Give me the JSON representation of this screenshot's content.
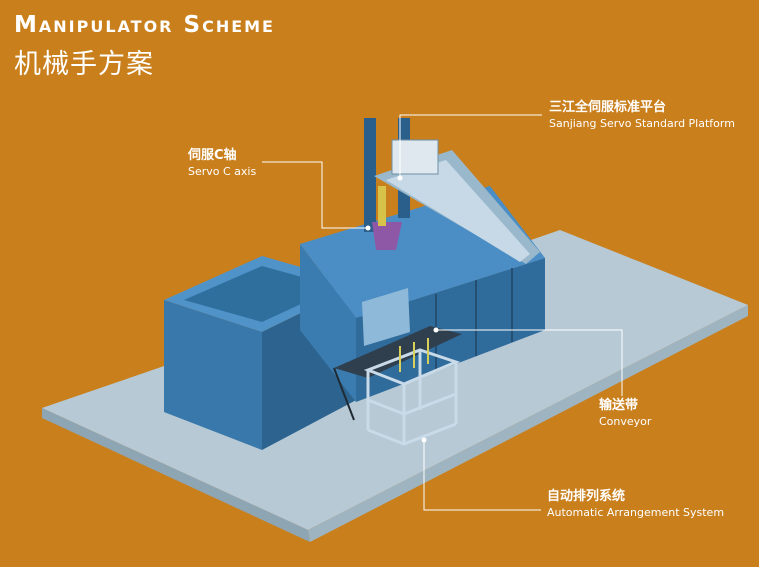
{
  "title": {
    "en": "Manipulator Scheme",
    "cn": "机械手方案"
  },
  "labels": {
    "platform": {
      "cn": "三江全伺服标准平台",
      "en": "Sanjiang Servo Standard Platform"
    },
    "c_axis": {
      "cn": "伺服C轴",
      "en": "Servo C axis"
    },
    "conveyor": {
      "cn": "输送带",
      "en": "Conveyor"
    },
    "arrangement": {
      "cn": "自动排列系统",
      "en": "Automatic Arrangement System"
    }
  },
  "colors": {
    "background": "#c97f1c",
    "base_plate": "#b9cbd6",
    "machine": "#3d82b8",
    "machine_dark": "#2c6592",
    "frame": "#c2d4e4",
    "callout": "#ffffff"
  }
}
